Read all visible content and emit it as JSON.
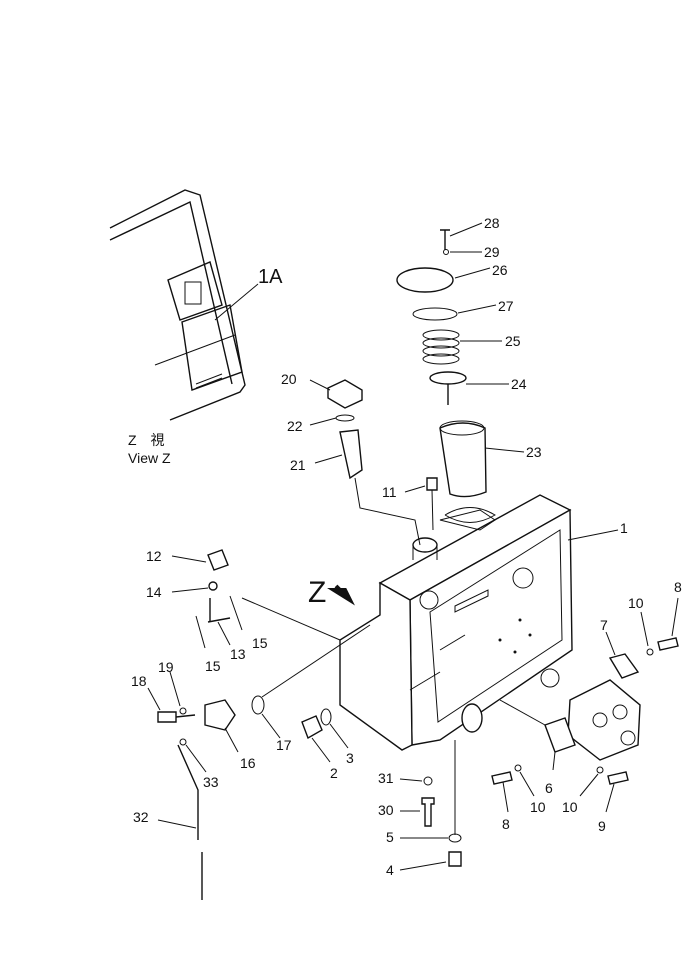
{
  "view": {
    "kanji": "Z　視",
    "english": "View Z",
    "ref_1a": "1A",
    "arrow_letter": "Z"
  },
  "callouts": {
    "c1": "1",
    "c2": "2",
    "c3": "3",
    "c4": "4",
    "c5": "5",
    "c6": "6",
    "c7": "7",
    "c8a": "8",
    "c8b": "8",
    "c9": "9",
    "c10a": "10",
    "c10b": "10",
    "c10c": "10",
    "c11": "11",
    "c12": "12",
    "c13": "13",
    "c14": "14",
    "c15a": "15",
    "c15b": "15",
    "c16": "16",
    "c17": "17",
    "c18": "18",
    "c19": "19",
    "c20": "20",
    "c21": "21",
    "c22": "22",
    "c23": "23",
    "c24": "24",
    "c25": "25",
    "c26": "26",
    "c27": "27",
    "c28": "28",
    "c29": "29",
    "c30": "30",
    "c31": "31",
    "c32": "32",
    "c33": "33"
  }
}
